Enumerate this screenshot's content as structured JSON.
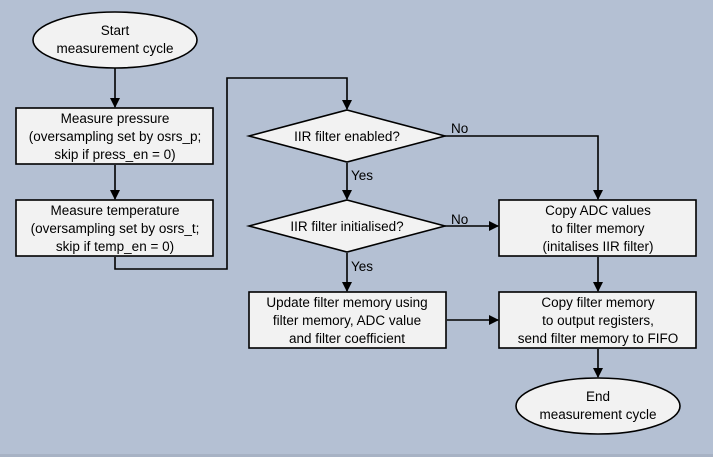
{
  "diagram": {
    "type": "flowchart",
    "colors": {
      "background": "#b4c0d3",
      "node_fill": "#f2f2f2",
      "stroke": "#000000"
    },
    "nodes": {
      "start": {
        "shape": "ellipse",
        "lines": [
          "Start",
          "measurement cycle"
        ]
      },
      "measure_pressure": {
        "shape": "rect",
        "lines": [
          "Measure pressure",
          "(oversampling set by osrs_p;",
          "skip if press_en = 0)"
        ]
      },
      "measure_temperature": {
        "shape": "rect",
        "lines": [
          "Measure temperature",
          "(oversampling set by osrs_t;",
          "skip if temp_en = 0)"
        ]
      },
      "iir_enabled": {
        "shape": "diamond",
        "lines": [
          "IIR filter enabled?"
        ]
      },
      "iir_initialised": {
        "shape": "diamond",
        "lines": [
          "IIR filter initialised?"
        ]
      },
      "update_filter": {
        "shape": "rect",
        "lines": [
          "Update filter memory using",
          "filter memory, ADC value",
          "and filter coefficient"
        ]
      },
      "copy_adc": {
        "shape": "rect",
        "lines": [
          "Copy ADC values",
          "to filter memory",
          "(initalises IIR filter)"
        ]
      },
      "copy_filter": {
        "shape": "rect",
        "lines": [
          "Copy filter memory",
          "to output registers,",
          "send filter memory to FIFO"
        ]
      },
      "end": {
        "shape": "ellipse",
        "lines": [
          "End",
          "measurement cycle"
        ]
      }
    },
    "edges": [
      {
        "from": "start",
        "to": "measure_pressure",
        "label": ""
      },
      {
        "from": "measure_pressure",
        "to": "measure_temperature",
        "label": ""
      },
      {
        "from": "measure_temperature",
        "to": "iir_enabled",
        "label": ""
      },
      {
        "from": "iir_enabled",
        "to": "iir_initialised",
        "label": "Yes"
      },
      {
        "from": "iir_enabled",
        "to": "copy_adc",
        "label": "No"
      },
      {
        "from": "iir_initialised",
        "to": "update_filter",
        "label": "Yes"
      },
      {
        "from": "iir_initialised",
        "to": "copy_adc",
        "label": "No"
      },
      {
        "from": "update_filter",
        "to": "copy_filter",
        "label": ""
      },
      {
        "from": "copy_adc",
        "to": "copy_filter",
        "label": ""
      },
      {
        "from": "copy_filter",
        "to": "end",
        "label": ""
      }
    ],
    "edge_labels": {
      "yes": "Yes",
      "no": "No"
    }
  }
}
